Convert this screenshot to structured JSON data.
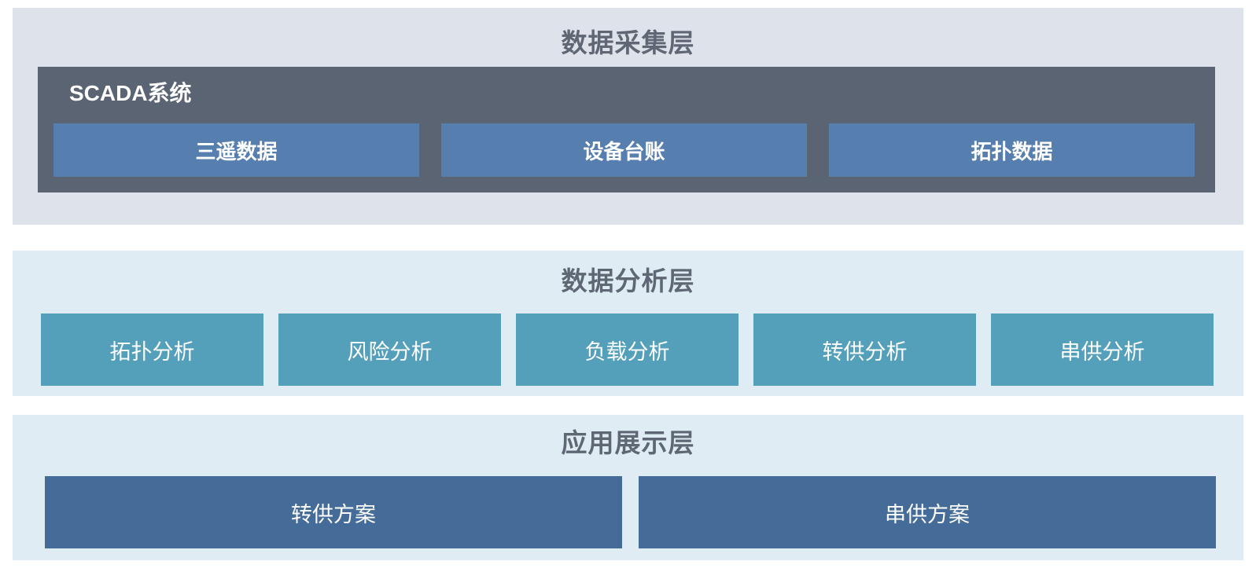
{
  "layer1": {
    "title": "数据采集层",
    "scada": {
      "title": "SCADA系统",
      "items": [
        "三遥数据",
        "设备台账",
        "拓扑数据"
      ]
    }
  },
  "layer2": {
    "title": "数据分析层",
    "items": [
      "拓扑分析",
      "风险分析",
      "负载分析",
      "转供分析",
      "串供分析"
    ]
  },
  "layer3": {
    "title": "应用展示层",
    "items": [
      "转供方案",
      "串供方案"
    ]
  },
  "colors": {
    "layer1_bg": "#dee2ea",
    "scada_bg": "#5b6473",
    "scada_item_bg": "#567eae",
    "layer2_bg": "#dfecf3",
    "analysis_item_bg": "#549fba",
    "app_item_bg": "#456c98",
    "title_text": "#5f6774",
    "box_text": "#ffffff",
    "page_bg": "#ffffff"
  }
}
